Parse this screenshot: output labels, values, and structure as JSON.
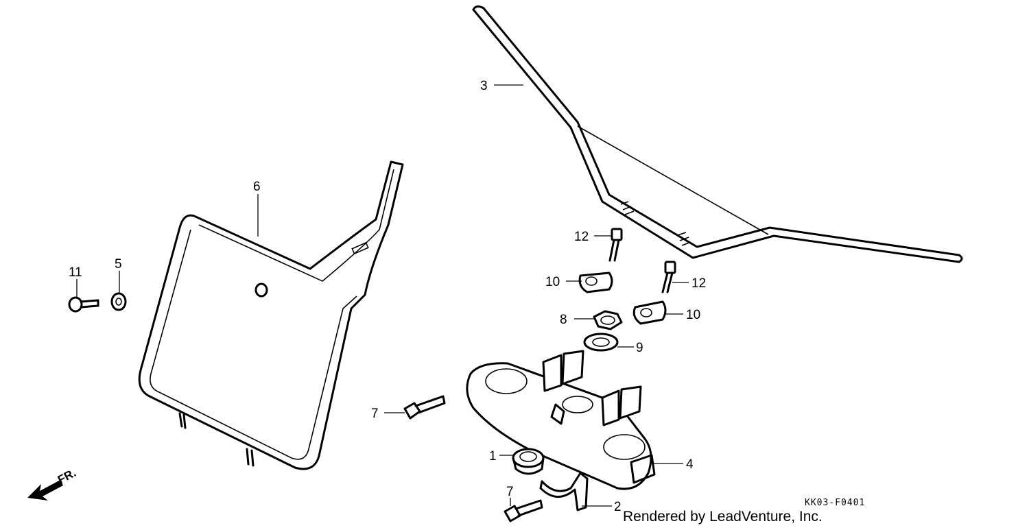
{
  "diagram": {
    "callouts": [
      {
        "id": "handlebar",
        "label": "3"
      },
      {
        "id": "number-plate",
        "label": "6"
      },
      {
        "id": "bolt-12-a",
        "label": "12"
      },
      {
        "id": "bolt-12-b",
        "label": "12"
      },
      {
        "id": "holder-10-a",
        "label": "10"
      },
      {
        "id": "holder-10-b",
        "label": "10"
      },
      {
        "id": "nut-8",
        "label": "8"
      },
      {
        "id": "washer-9",
        "label": "9"
      },
      {
        "id": "bolt-11",
        "label": "11"
      },
      {
        "id": "collar-5",
        "label": "5"
      },
      {
        "id": "bolt-7-a",
        "label": "7"
      },
      {
        "id": "bolt-7-b",
        "label": "7"
      },
      {
        "id": "top-bridge-4",
        "label": "4"
      },
      {
        "id": "grommet-1",
        "label": "1"
      },
      {
        "id": "clamp-2",
        "label": "2"
      }
    ],
    "direction_label": "FR.",
    "diagram_code": "KK03-F0401",
    "credit": "Rendered by LeadVenture, Inc."
  }
}
